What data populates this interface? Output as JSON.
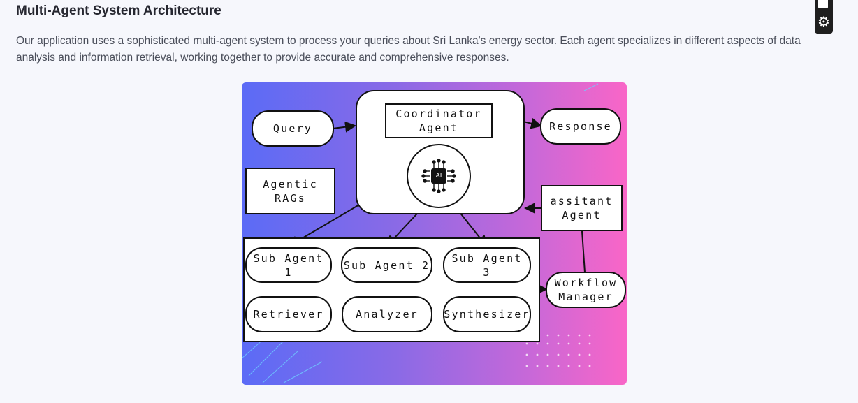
{
  "page": {
    "title": "Multi-Agent System Architecture",
    "description": "Our application uses a sophisticated multi-agent system to process your queries about Sri Lanka's energy sector. Each agent specializes in different aspects of data analysis and information retrieval, working together to provide accurate and comprehensive responses."
  },
  "toolbar": {
    "icons": [
      "document-icon",
      "gear-icon"
    ],
    "gear_glyph": "⚙"
  },
  "diagram": {
    "colors": {
      "gradient_start": "#5b6bf6",
      "gradient_end": "#f966c7"
    },
    "query": "Query",
    "coordinator": "Coordinator Agent",
    "ai_chip": "AI",
    "response": "Response",
    "agentic_rags": "Agentic RAGs",
    "assistant_agent": "assitant Agent",
    "workflow_manager": "Workflow Manager",
    "sub_agents": [
      "Sub Agent 1",
      "Sub Agent 2",
      "Sub Agent 3"
    ],
    "stages": [
      "Retriever",
      "Analyzer",
      "Synthesizer"
    ]
  }
}
